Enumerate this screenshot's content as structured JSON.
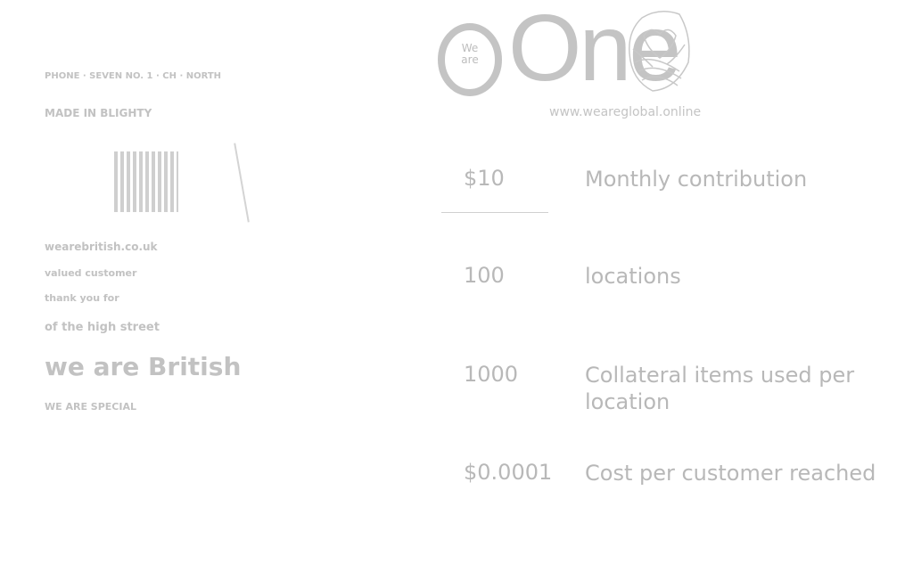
{
  "logo": {
    "word": "One",
    "inner": "We are",
    "tagline": "www.weareglobal.online"
  },
  "product_image": {
    "texts": [
      "PHONE · SEVEN NO. 1 · CH · NORTH",
      "MADE IN BLIGHTY",
      "wearebritish.co.uk",
      "valued customer",
      "thank you for",
      "we are British",
      "of the high street",
      "WE ARE SPECIAL"
    ]
  },
  "stats": [
    {
      "value": "$10",
      "label": "Monthly contribution"
    },
    {
      "value": "100",
      "label": "locations"
    },
    {
      "value": "1000",
      "label": "Collateral items used per location"
    },
    {
      "value": "$0.0001",
      "label": "Cost per customer reached"
    }
  ],
  "colors": {
    "text": "#f2f2f2",
    "background": "#ffffff"
  }
}
